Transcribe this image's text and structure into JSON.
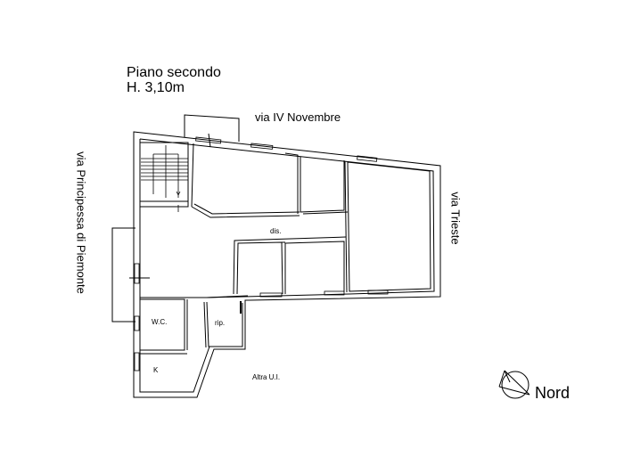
{
  "title": {
    "line1": "Piano secondo",
    "line2": "H. 3,10m"
  },
  "streets": {
    "top": "via IV Novembre",
    "left": "via Principessa di Piemonte",
    "right": "via Trieste"
  },
  "rooms": {
    "corridor": "dis.",
    "wc": "W.C.",
    "storage": "rip.",
    "kitchen": "K",
    "other_unit": "Altra U.I."
  },
  "compass": {
    "label": "Nord",
    "icon": "north-arrow-icon"
  },
  "colors": {
    "line": "#000000",
    "background": "#ffffff"
  }
}
